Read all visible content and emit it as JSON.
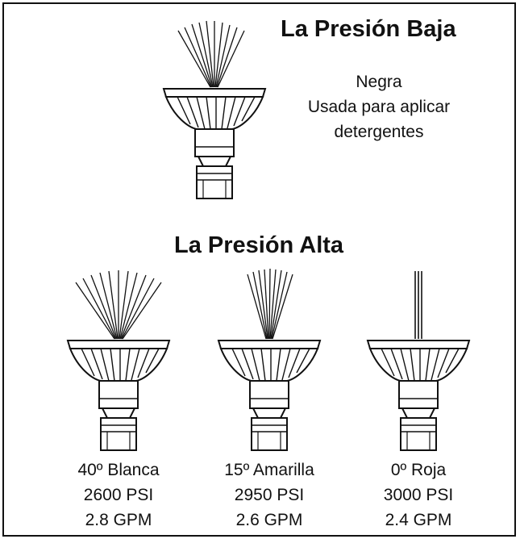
{
  "low_pressure": {
    "title": "La Presión Baja",
    "description": [
      "Negra",
      "Usada para aplicar",
      "detergentes"
    ],
    "nozzle_icon": "wide-spray-nozzle-icon"
  },
  "high_pressure": {
    "title": "La Presión Alta",
    "nozzles": [
      {
        "icon": "40-degree-spray-nozzle-icon",
        "lines": [
          "40º Blanca",
          "2600 PSI",
          "2.8 GPM"
        ]
      },
      {
        "icon": "15-degree-spray-nozzle-icon",
        "lines": [
          "15º Amarilla",
          "2950 PSI",
          "2.6 GPM"
        ]
      },
      {
        "icon": "0-degree-spray-nozzle-icon",
        "lines": [
          "0º Roja",
          "3000 PSI",
          "2.4 GPM"
        ]
      }
    ]
  }
}
